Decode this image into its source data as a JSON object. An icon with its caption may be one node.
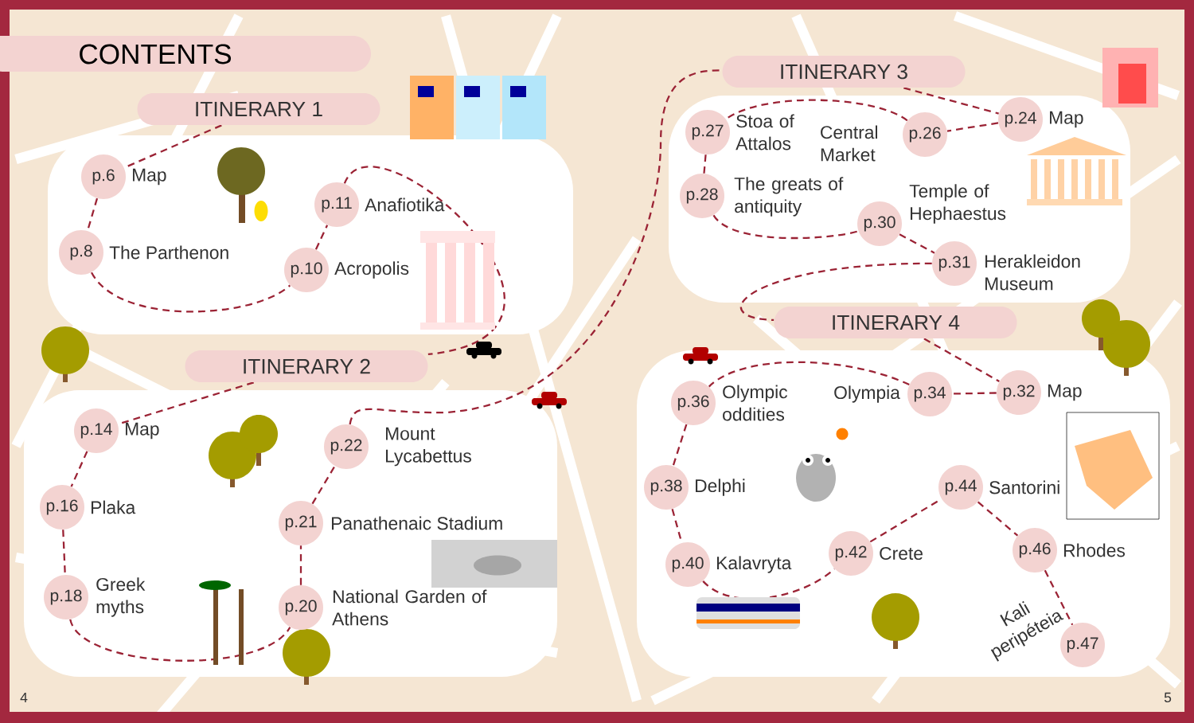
{
  "diagram": {
    "title": "CONTENTS",
    "nodes": [
      {
        "text": [
          "ITINERARY 1"
        ]
      },
      {
        "text": [
          "p.6"
        ],
        "beside": [
          "Map"
        ]
      },
      {
        "text": [
          "p.8"
        ],
        "beside": [
          "The Parthenon"
        ]
      },
      {
        "text": [
          "p.10"
        ],
        "beside": [
          "Acropolis"
        ]
      },
      {
        "text": [
          "p.11"
        ],
        "beside": [
          "Anafiotika"
        ]
      },
      {
        "text": [
          "ITINERARY 2"
        ]
      },
      {
        "text": [
          "p.14"
        ],
        "beside": [
          "Map"
        ]
      },
      {
        "text": [
          "p.16"
        ],
        "beside": [
          "Plaka"
        ]
      },
      {
        "text": [
          "p.18"
        ],
        "beside": [
          "Greek myths"
        ]
      },
      {
        "text": [
          "p.20"
        ],
        "beside": [
          "National Garden of Athens"
        ]
      },
      {
        "text": [
          "p.21"
        ],
        "beside": [
          "Panathenaic Stadium"
        ]
      },
      {
        "text": [
          "p.22"
        ],
        "beside": [
          "Mount Lycabettus"
        ]
      },
      {
        "text": [
          "ITINERARY 3"
        ]
      },
      {
        "text": [
          "p.24"
        ],
        "beside": [
          "Map"
        ]
      },
      {
        "text": [
          "p.26"
        ],
        "beside": [
          "Central Market"
        ]
      },
      {
        "text": [
          "p.27"
        ],
        "beside": [
          "Stoa of Attalos"
        ]
      },
      {
        "text": [
          "p.28"
        ],
        "beside": [
          "The greats of antiquity"
        ]
      },
      {
        "text": [
          "p.30"
        ],
        "beside": [
          "Temple of Hephaestus"
        ]
      },
      {
        "text": [
          "p.31"
        ],
        "beside": [
          "Herakleidon Museum"
        ]
      },
      {
        "text": [
          "ITINERARY 4"
        ]
      },
      {
        "text": [
          "p.32"
        ],
        "beside": [
          "Map"
        ]
      },
      {
        "text": [
          "p.34"
        ],
        "beside": [
          "Olympia"
        ]
      },
      {
        "text": [
          "p.36"
        ],
        "beside": [
          "Olympic oddities"
        ]
      },
      {
        "text": [
          "p.38"
        ],
        "beside": [
          "Delphi"
        ]
      },
      {
        "text": [
          "p.40"
        ],
        "beside": [
          "Kalavryta"
        ]
      },
      {
        "text": [
          "p.42"
        ],
        "beside": [
          "Crete"
        ]
      },
      {
        "text": [
          "p.44"
        ],
        "beside": [
          "Santorini"
        ]
      },
      {
        "text": [
          "p.46"
        ],
        "beside": [
          "Rhodes"
        ]
      },
      {
        "text": [
          "p.47"
        ],
        "beside": [
          "Kali peripéteia"
        ]
      }
    ],
    "edges": [
      {
        "from": 0,
        "to": 1,
        "arrow": "none",
        "style": "dashed"
      },
      {
        "from": 1,
        "to": 2,
        "arrow": "none",
        "style": "dashed"
      },
      {
        "from": 2,
        "to": 3,
        "arrow": "none",
        "style": "dashed"
      },
      {
        "from": 3,
        "to": 4,
        "arrow": "none",
        "style": "dashed"
      },
      {
        "from": 4,
        "to": 5,
        "arrow": "none",
        "style": "dashed"
      },
      {
        "from": 5,
        "to": 6,
        "arrow": "none",
        "style": "dashed"
      },
      {
        "from": 6,
        "to": 7,
        "arrow": "none",
        "style": "dashed"
      },
      {
        "from": 7,
        "to": 8,
        "arrow": "none",
        "style": "dashed"
      },
      {
        "from": 8,
        "to": 9,
        "arrow": "none",
        "style": "dashed"
      },
      {
        "from": 9,
        "to": 10,
        "arrow": "none",
        "style": "dashed"
      },
      {
        "from": 10,
        "to": 11,
        "arrow": "none",
        "style": "dashed"
      },
      {
        "from": 11,
        "to": 12,
        "arrow": "none",
        "style": "dashed"
      },
      {
        "from": 12,
        "to": 13,
        "arrow": "none",
        "style": "dashed"
      },
      {
        "from": 13,
        "to": 14,
        "arrow": "none",
        "style": "dashed"
      },
      {
        "from": 14,
        "to": 15,
        "arrow": "none",
        "style": "dashed"
      },
      {
        "from": 15,
        "to": 16,
        "arrow": "none",
        "style": "dashed"
      },
      {
        "from": 16,
        "to": 17,
        "arrow": "none",
        "style": "dashed"
      },
      {
        "from": 17,
        "to": 18,
        "arrow": "none",
        "style": "dashed"
      },
      {
        "from": 18,
        "to": 19,
        "arrow": "none",
        "style": "dashed"
      },
      {
        "from": 19,
        "to": 20,
        "arrow": "none",
        "style": "dashed"
      },
      {
        "from": 20,
        "to": 21,
        "arrow": "none",
        "style": "dashed"
      },
      {
        "from": 21,
        "to": 22,
        "arrow": "none",
        "style": "dashed"
      },
      {
        "from": 22,
        "to": 23,
        "arrow": "none",
        "style": "dashed"
      },
      {
        "from": 23,
        "to": 24,
        "arrow": "none",
        "style": "dashed"
      },
      {
        "from": 24,
        "to": 25,
        "arrow": "none",
        "style": "dashed"
      },
      {
        "from": 25,
        "to": 26,
        "arrow": "none",
        "style": "dashed"
      },
      {
        "from": 26,
        "to": 27,
        "arrow": "none",
        "style": "dashed"
      },
      {
        "from": 27,
        "to": 28,
        "arrow": "none",
        "style": "dashed"
      }
    ],
    "labels": [
      "4",
      "5"
    ]
  }
}
